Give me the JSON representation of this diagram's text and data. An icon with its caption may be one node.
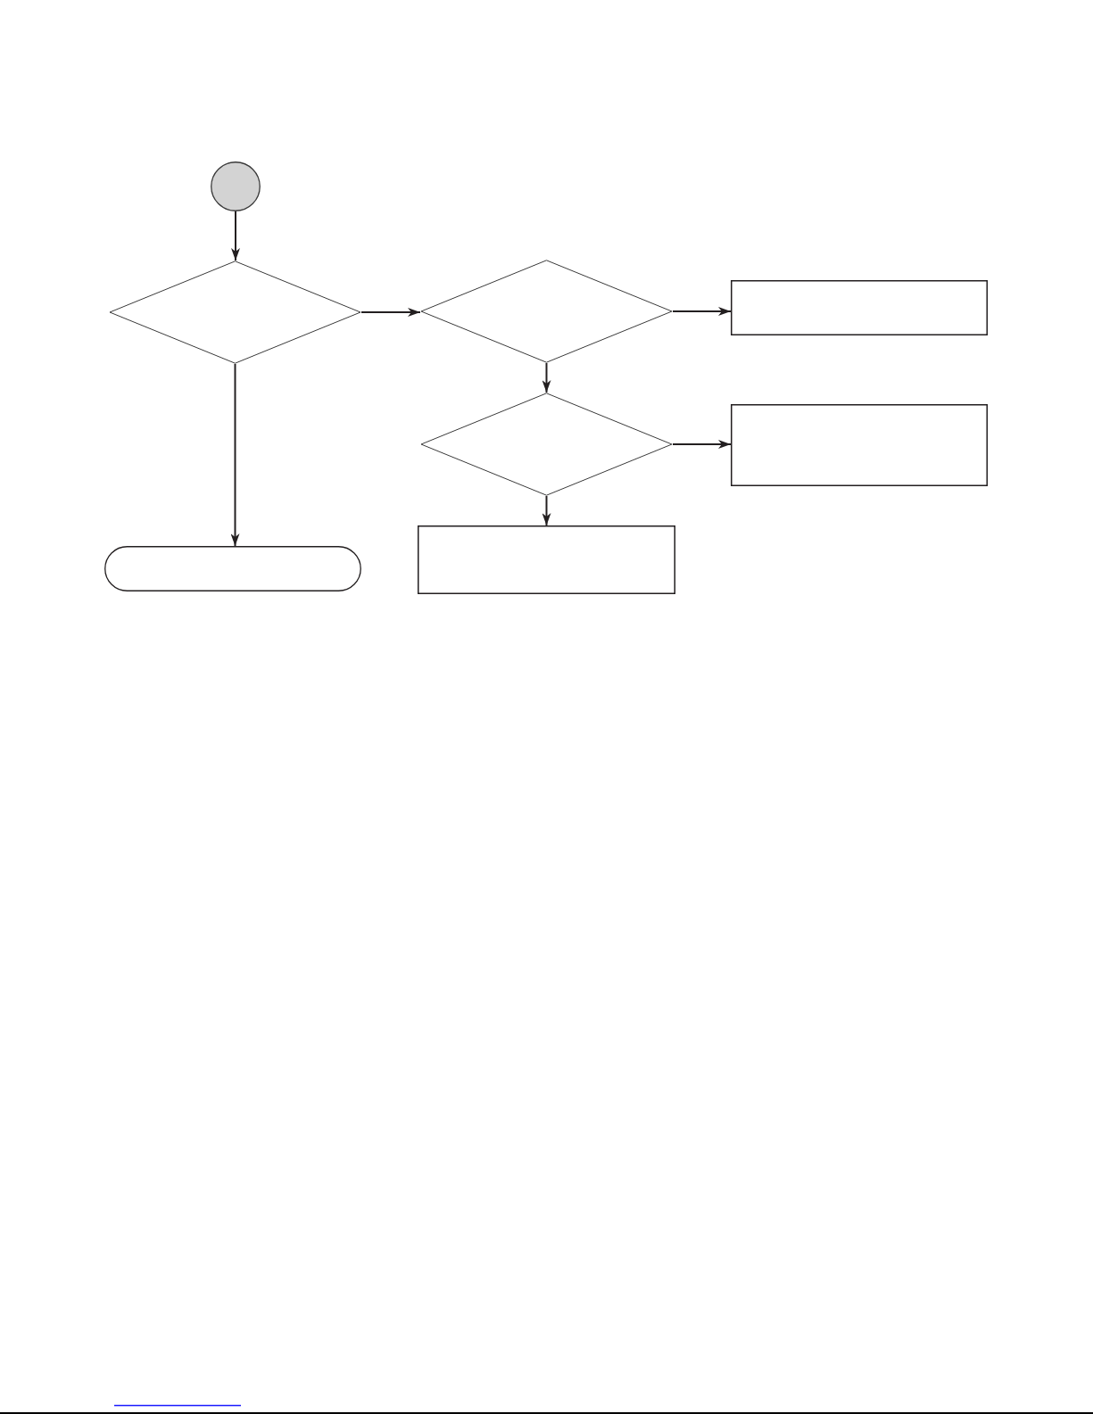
{
  "diagram": {
    "nodes": [
      {
        "text": [],
        "shape": "circle"
      },
      {
        "text": [],
        "shape": "diamond"
      },
      {
        "text": [],
        "shape": "diamond"
      },
      {
        "text": [],
        "shape": "box"
      },
      {
        "text": [],
        "shape": "diamond"
      },
      {
        "text": [],
        "shape": "box"
      },
      {
        "text": [],
        "shape": "box"
      },
      {
        "text": [],
        "shape": "pill"
      }
    ],
    "edges": [
      {
        "from": 0,
        "to": 1,
        "arrow": "to"
      },
      {
        "from": 1,
        "to": 2,
        "arrow": "to"
      },
      {
        "from": 1,
        "to": 7,
        "arrow": "to"
      },
      {
        "from": 2,
        "to": 3,
        "arrow": "to"
      },
      {
        "from": 2,
        "to": 4,
        "arrow": "to"
      },
      {
        "from": 4,
        "to": 5,
        "arrow": "to"
      },
      {
        "from": 4,
        "to": 6,
        "arrow": "to"
      }
    ]
  }
}
